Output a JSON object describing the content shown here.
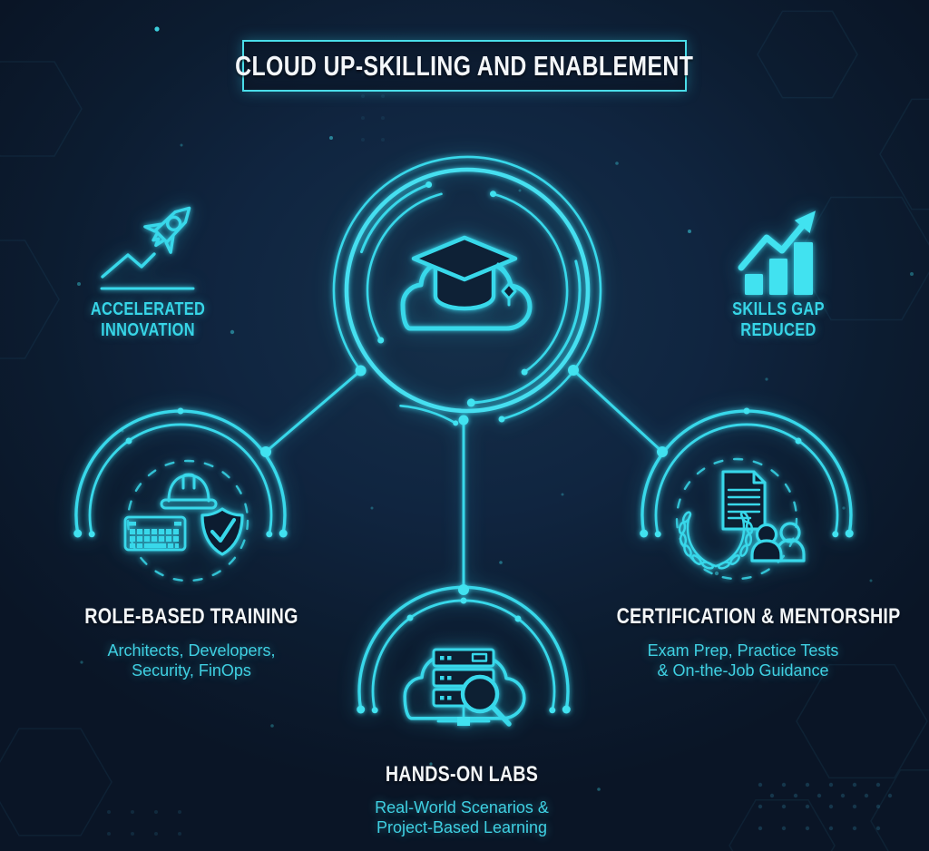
{
  "title": "CLOUD UP-SKILLING AND ENABLEMENT",
  "colors": {
    "background": "#0c1c30",
    "accent_line": "#38d8ea",
    "accent_fill": "#41e2f0",
    "heading_text": "#f3f6f8",
    "cyan_text": "#3fd0e2",
    "title_border": "#4adde9"
  },
  "hub": {
    "icon": "cloud-graduation-icon"
  },
  "side_items": [
    {
      "id": "accelerated-innovation",
      "icon": "rocket-icon",
      "line1": "ACCELERATED",
      "line2": "INNOVATION"
    },
    {
      "id": "skills-gap-reduced",
      "icon": "growth-chart-icon",
      "line1": "SKILLS GAP",
      "line2": "REDUCED"
    }
  ],
  "pillars": [
    {
      "id": "role-based-training",
      "heading": "ROLE-BASED TRAINING",
      "sub1": "Architects, Developers,",
      "sub2": "Security, FinOps",
      "icons": [
        "hard-hat-icon",
        "keyboard-icon",
        "shield-check-icon"
      ]
    },
    {
      "id": "hands-on-labs",
      "heading": "HANDS-ON LABS",
      "sub1": "Real-World Scenarios &",
      "sub2": "Project-Based Learning",
      "icons": [
        "cloud-server-icon",
        "magnifier-icon"
      ]
    },
    {
      "id": "certification-mentorship",
      "heading": "CERTIFICATION & MENTORSHIP",
      "sub1": "Exam Prep, Practice Tests",
      "sub2": "& On-the-Job Guidance",
      "icons": [
        "certificate-icon",
        "laurel-wreath-icon",
        "mentors-icon"
      ]
    }
  ]
}
